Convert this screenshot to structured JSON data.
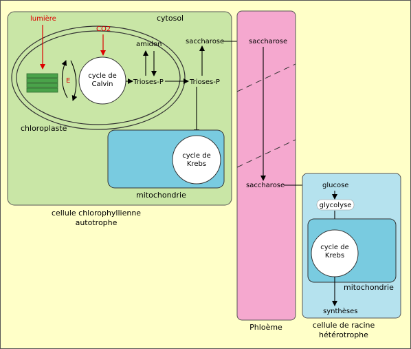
{
  "colors": {
    "background": "#ffffc8",
    "cell_green": "#c9e6a6",
    "chloroplast_fill": "#c9e6a6",
    "mito_blue": "#79cbe0",
    "root_cell_blue": "#b5e2ee",
    "phloem_pink": "#f5a8cf",
    "thylakoid_green": "#4aa34a",
    "red_input": "#dd0000",
    "circle_fill": "#ffffff",
    "border": "#333333"
  },
  "labels": {
    "cytosol": "cytosol",
    "lumiere": "lumière",
    "co2": "CO2",
    "energy": "E",
    "calvin_line1": "cycle de",
    "calvin_line2": "Calvin",
    "chloroplaste": "chloroplaste",
    "amidon": "amidon",
    "trioses_p_chloro": "Trioses-P",
    "trioses_p_cytosol": "Trioses-P",
    "saccharose_cell": "saccharose",
    "saccharose_phloem_top": "saccharose",
    "saccharose_phloem_bottom": "saccharose",
    "krebs_cell_line1": "cycle de",
    "krebs_cell_line2": "Krebs",
    "mitochondrie_cell": "mitochondrie",
    "cell_title_line1": "cellule chlorophyllienne",
    "cell_title_line2": "autotrophe",
    "phloeme": "Phloème",
    "glucose": "glucose",
    "glycolyse": "glycolyse",
    "krebs_root_line1": "cycle de",
    "krebs_root_line2": "Krebs",
    "mitochondrie_root": "mitochondrie",
    "syntheses": "synthèses",
    "root_title_line1": "cellule de racine",
    "root_title_line2": "hétérotrophe"
  }
}
